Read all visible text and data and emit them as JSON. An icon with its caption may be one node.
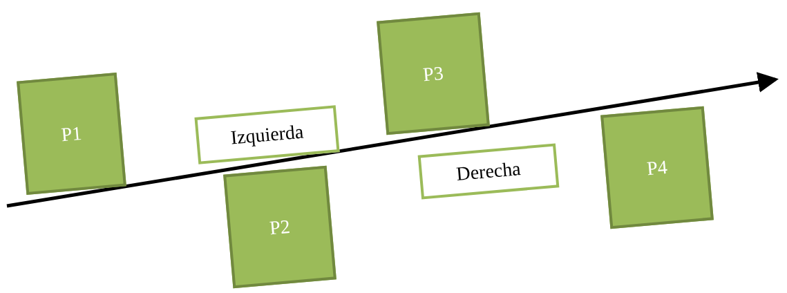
{
  "diagram": {
    "nodes": [
      {
        "text": [
          "P1"
        ]
      },
      {
        "text": [
          "Izquierda"
        ]
      },
      {
        "text": [
          "P2"
        ]
      },
      {
        "text": [
          "P3"
        ]
      },
      {
        "text": [
          "Derecha"
        ]
      },
      {
        "text": [
          "P4"
        ]
      }
    ]
  }
}
